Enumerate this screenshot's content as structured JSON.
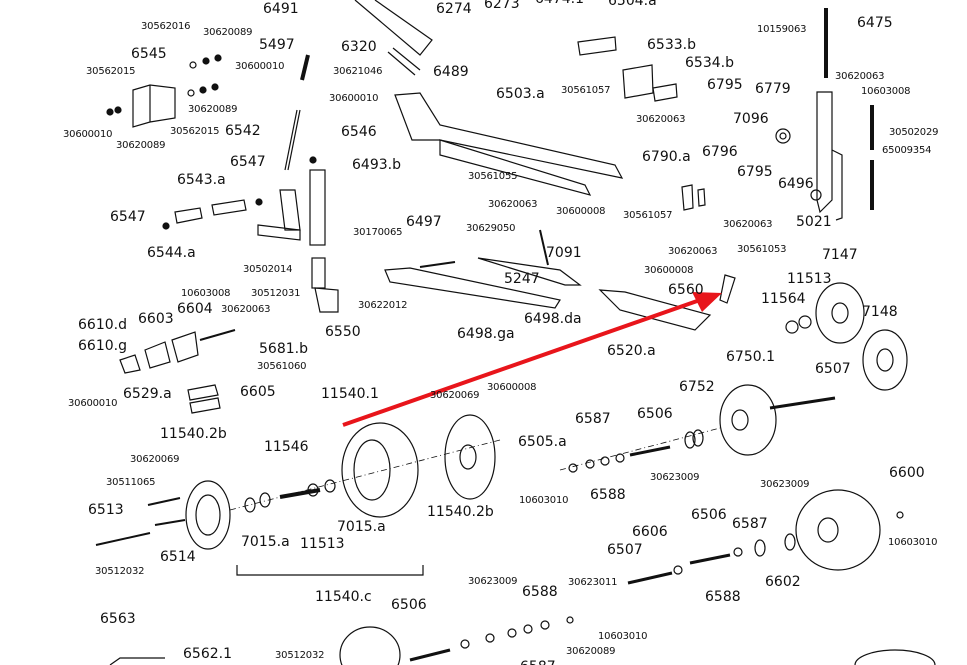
{
  "diagram": {
    "title": "",
    "highlight_color": "#e8151b",
    "highlighted_part": "6560",
    "part_labels": [
      "6491",
      "6274",
      "6273",
      "6474.1",
      "6504.a",
      "6475",
      "6545",
      "5497",
      "6320",
      "6489",
      "6503.a",
      "6533.b",
      "6534.b",
      "6795",
      "6779",
      "7096",
      "6542",
      "6546",
      "6493.b",
      "6543.a",
      "6547",
      "6547",
      "6544.a",
      "6790.a",
      "6796",
      "6795",
      "6496",
      "5021",
      "6497",
      "7091",
      "5247",
      "6498.ga",
      "6498.da",
      "6550",
      "6560",
      "6520.a",
      "7147",
      "11513",
      "11564",
      "7148",
      "6610.d",
      "6603",
      "6604",
      "6610.g",
      "5681.b",
      "6529.a",
      "6605",
      "6750.1",
      "6507",
      "6752",
      "11540.1",
      "6587",
      "6506",
      "6505.a",
      "6588",
      "11540.2b",
      "11546",
      "6513",
      "6514",
      "7015.a",
      "11513",
      "7015.a",
      "11540.2b",
      "11540.c",
      "6600",
      "6506",
      "6587",
      "6606",
      "6507",
      "6602",
      "6588",
      "6506",
      "6588",
      "6563",
      "6562.1",
      "6587"
    ],
    "hardware_labels": [
      "30562016",
      "30620089",
      "30600010",
      "30562015",
      "30620089",
      "30562015",
      "30600010",
      "30620089",
      "30621046",
      "30600010",
      "30502014",
      "30170065",
      "30629050",
      "30622012",
      "10603008",
      "30512031",
      "30620063",
      "30561060",
      "30600010",
      "30561055",
      "30620063",
      "30600008",
      "30561057",
      "30620063",
      "10159063",
      "30620063",
      "10603008",
      "30502029",
      "65009354",
      "30561057",
      "30620063",
      "30620063",
      "30561053",
      "30600008",
      "30620069",
      "30600008",
      "30620069",
      "30511065",
      "30512032",
      "10603010",
      "30623009",
      "30623009",
      "10603010",
      "30623009",
      "30623011",
      "30620089",
      "10603010",
      "30512032"
    ]
  }
}
